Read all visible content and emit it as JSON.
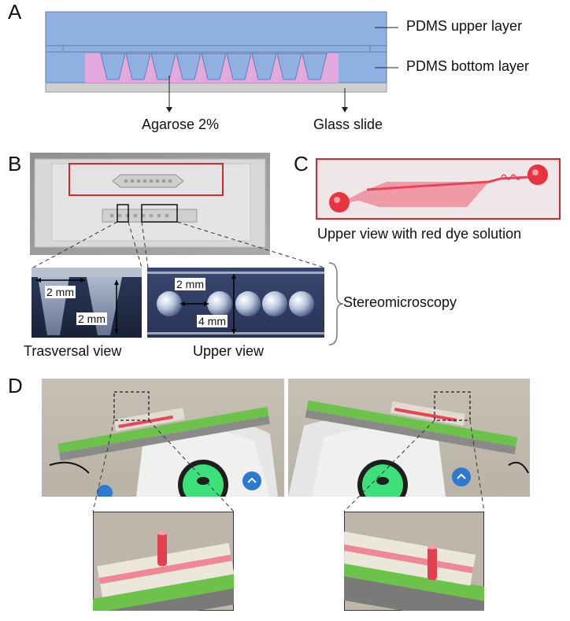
{
  "panels": {
    "a": {
      "letter": "A",
      "labels": {
        "upper": "PDMS upper layer",
        "bottom": "PDMS bottom layer",
        "agarose": "Agarose 2%",
        "glass": "Glass slide"
      },
      "colors": {
        "pdms": "#8fb0e0",
        "pdms_edge": "#5f7fae",
        "agarose": "#e3a8e0",
        "glass": "#cfcfcf"
      }
    },
    "b": {
      "letter": "B",
      "left_labels": [
        "2 mm",
        "2 mm"
      ],
      "right_labels": [
        "2 mm",
        "4 mm"
      ],
      "caption_left": "Trasversal view",
      "caption_right": "Upper view",
      "side_label": "Stereomicroscopy"
    },
    "c": {
      "letter": "C",
      "caption": "Upper view with red dye solution",
      "colors": {
        "dye": "#e8435a",
        "frame": "#e0242c"
      }
    },
    "d": {
      "letter": "D",
      "colors": {
        "platform": "#6cc24a",
        "screen": "#3de07a"
      }
    }
  }
}
